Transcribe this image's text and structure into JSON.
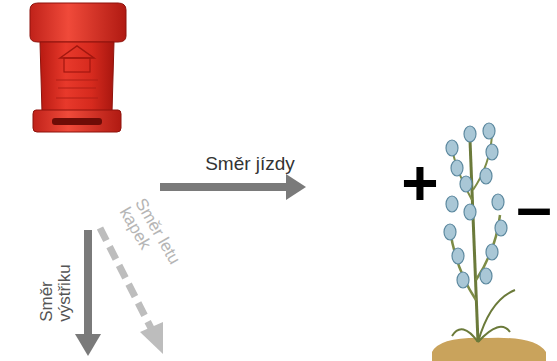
{
  "diagram": {
    "labels": [
      "Směr jízdy",
      "Směr výstřiku",
      "Směr letu kapek",
      "+",
      "–"
    ]
  }
}
